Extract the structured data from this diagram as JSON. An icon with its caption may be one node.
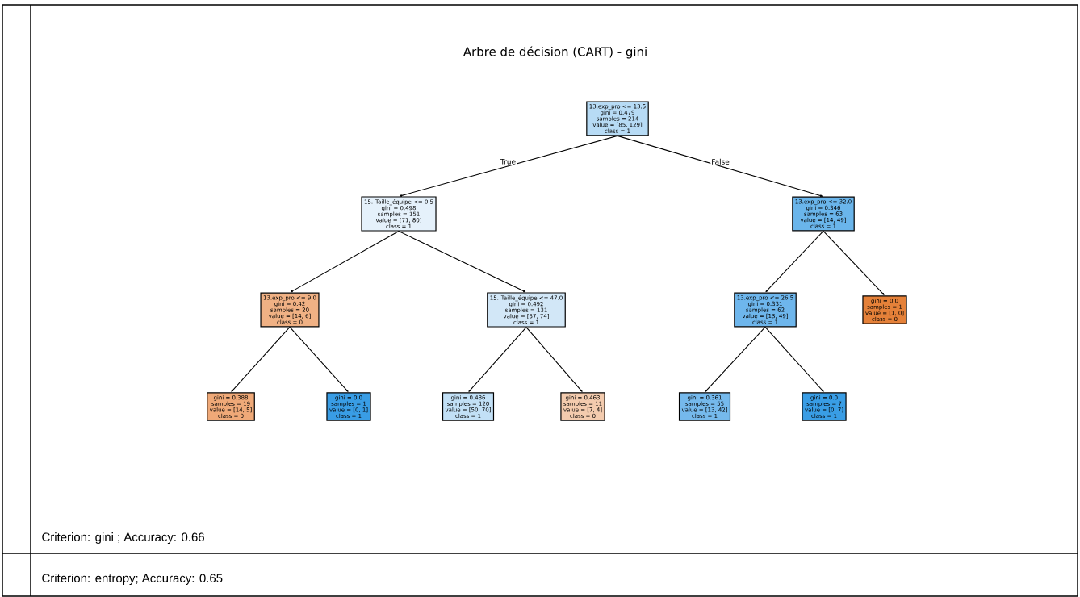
{
  "diagram": {
    "title": "Arbre de décision (CART) - gini",
    "nodes": [
      {
        "text": [
          "13.exp_pro <= 13.5",
          "gini = 0.479",
          "samples = 214",
          "value = [85, 129]",
          "class = 1"
        ]
      },
      {
        "text": [
          "15. Taille_équipe <= 0.5",
          "gini = 0.498",
          "samples = 151",
          "value = [71, 80]",
          "class = 1"
        ]
      },
      {
        "text": [
          "13.exp_pro <= 32.0",
          "gini = 0.346",
          "samples = 63",
          "value = [14, 49]",
          "class = 1"
        ]
      },
      {
        "text": [
          "13.exp_pro <= 9.0",
          "gini = 0.42",
          "samples = 20",
          "value = [14, 6]",
          "class = 0"
        ]
      },
      {
        "text": [
          "15. Taille_équipe <= 47.0",
          "gini = 0.492",
          "samples = 131",
          "value = [57, 74]",
          "class = 1"
        ]
      },
      {
        "text": [
          "13.exp_pro <= 26.5",
          "gini = 0.331",
          "samples = 62",
          "value = [13, 49]",
          "class = 1"
        ]
      },
      {
        "text": [
          "gini = 0.0",
          "samples = 1",
          "value = [1, 0]",
          "class = 0"
        ]
      },
      {
        "text": [
          "gini = 0.388",
          "samples = 19",
          "value = [14, 5]",
          "class = 0"
        ]
      },
      {
        "text": [
          "gini = 0.0",
          "samples = 1",
          "value = [0, 1]",
          "class = 1"
        ]
      },
      {
        "text": [
          "gini = 0.486",
          "samples = 120",
          "value = [50, 70]",
          "class = 1"
        ]
      },
      {
        "text": [
          "gini = 0.463",
          "samples = 11",
          "value = [7, 4]",
          "class = 0"
        ]
      },
      {
        "text": [
          "gini = 0.361",
          "samples = 55",
          "value = [13, 42]",
          "class = 1"
        ]
      },
      {
        "text": [
          "gini = 0.0",
          "samples = 7",
          "value = [0, 7]",
          "class = 1"
        ]
      }
    ],
    "edges": [
      {
        "from": 0,
        "to": 1,
        "arrow": "to",
        "label": "True"
      },
      {
        "from": 0,
        "to": 2,
        "arrow": "to",
        "label": "False"
      },
      {
        "from": 1,
        "to": 3,
        "arrow": "to"
      },
      {
        "from": 1,
        "to": 4,
        "arrow": "to"
      },
      {
        "from": 2,
        "to": 5,
        "arrow": "to"
      },
      {
        "from": 2,
        "to": 6,
        "arrow": "to"
      },
      {
        "from": 3,
        "to": 7,
        "arrow": "to"
      },
      {
        "from": 3,
        "to": 8,
        "arrow": "to"
      },
      {
        "from": 4,
        "to": 9,
        "arrow": "to"
      },
      {
        "from": 4,
        "to": 10,
        "arrow": "to"
      },
      {
        "from": 5,
        "to": 11,
        "arrow": "to"
      },
      {
        "from": 5,
        "to": 12,
        "arrow": "to"
      }
    ],
    "labels": [
      "Criterion: gini ; Accuracy: 0.66",
      "Criterion: entropy; Accuracy: 0.65"
    ]
  }
}
